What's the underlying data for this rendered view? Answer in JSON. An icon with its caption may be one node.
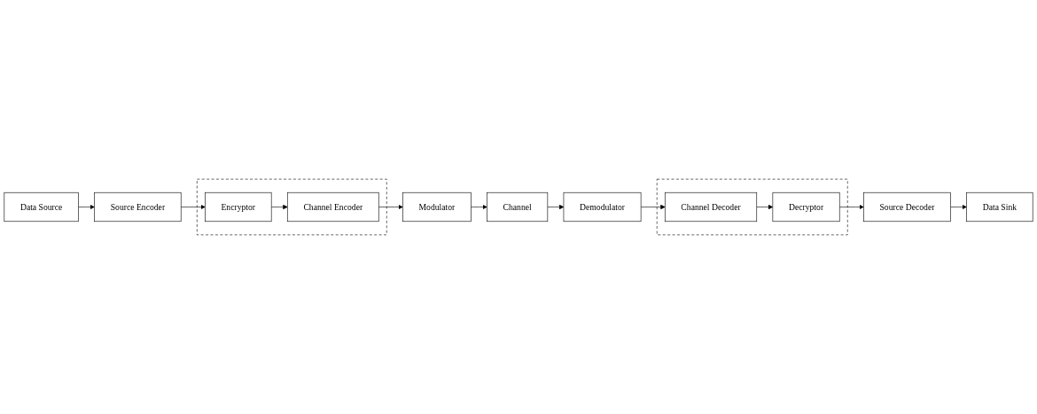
{
  "diagram": {
    "nodes": [
      {
        "text": [
          "Data Source"
        ]
      },
      {
        "text": [
          "Source Encoder"
        ]
      },
      {
        "text": [],
        "shape": "box"
      },
      {
        "text": [
          "Encryptor"
        ],
        "in": 2
      },
      {
        "text": [
          "Channel Encoder"
        ],
        "in": 2
      },
      {
        "text": [
          "Modulator"
        ]
      },
      {
        "text": [
          "Channel"
        ]
      },
      {
        "text": [
          "Data Sink"
        ]
      },
      {
        "text": [
          "Source Decoder"
        ]
      },
      {
        "text": [],
        "shape": "box"
      },
      {
        "text": [
          "Decryptor"
        ],
        "in": 9
      },
      {
        "text": [
          "Channel Decoder"
        ],
        "in": 9
      },
      {
        "text": [
          "Demodulator"
        ]
      }
    ],
    "edges": [
      {
        "from": 0,
        "to": 1,
        "arrow": "to"
      },
      {
        "from": 1,
        "to": 3,
        "arrow": "to"
      },
      {
        "from": 3,
        "to": 4,
        "arrow": "to"
      },
      {
        "from": 4,
        "to": 5,
        "arrow": "to"
      },
      {
        "from": 5,
        "to": 6,
        "arrow": "to"
      },
      {
        "from": 6,
        "to": 12,
        "arrow": "to"
      },
      {
        "from": 12,
        "to": 11,
        "arrow": "to"
      },
      {
        "from": 11,
        "to": 10,
        "arrow": "to"
      },
      {
        "from": 10,
        "to": 8,
        "arrow": "to"
      },
      {
        "from": 8,
        "to": 7,
        "arrow": "to"
      }
    ]
  }
}
